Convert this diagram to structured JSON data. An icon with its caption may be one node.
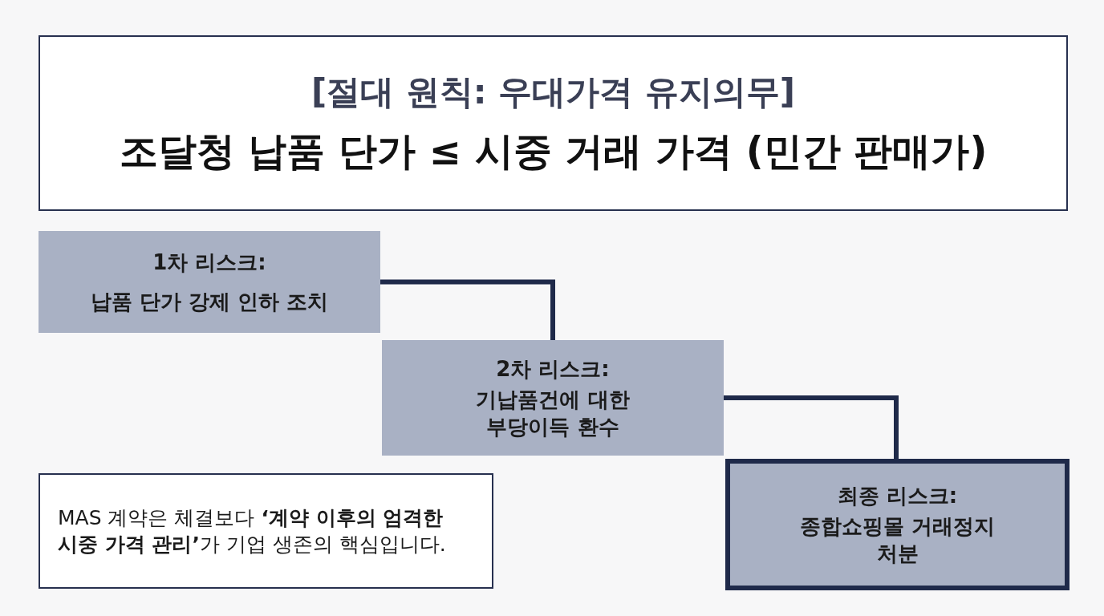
{
  "diagram": {
    "nodes": [
      {
        "text": [
          "[절대 원칙: 우대가격 유지의무]",
          "조달청 납품 단가 ≤ 시중 거래 가격 (민간 판매가)"
        ]
      },
      {
        "text": [
          "1차 리스크:",
          "납품 단가 강제 인하 조치"
        ]
      },
      {
        "text": [
          "2차 리스크:",
          "기납품건에 대한 부당이득 환수"
        ]
      },
      {
        "text": [
          "최종 리스크:",
          "종합쇼핑몰 거래정지 처분"
        ]
      },
      {
        "text": [
          "MAS 계약은 체결보다 **‘계약 이후의 엄격한 시중 가격 관리’**가 기업 생존의 핵심입니다."
        ]
      }
    ],
    "edges": [
      {
        "from": 1,
        "to": 2,
        "arrow": "none"
      },
      {
        "from": 2,
        "to": 3,
        "arrow": "none"
      }
    ]
  }
}
